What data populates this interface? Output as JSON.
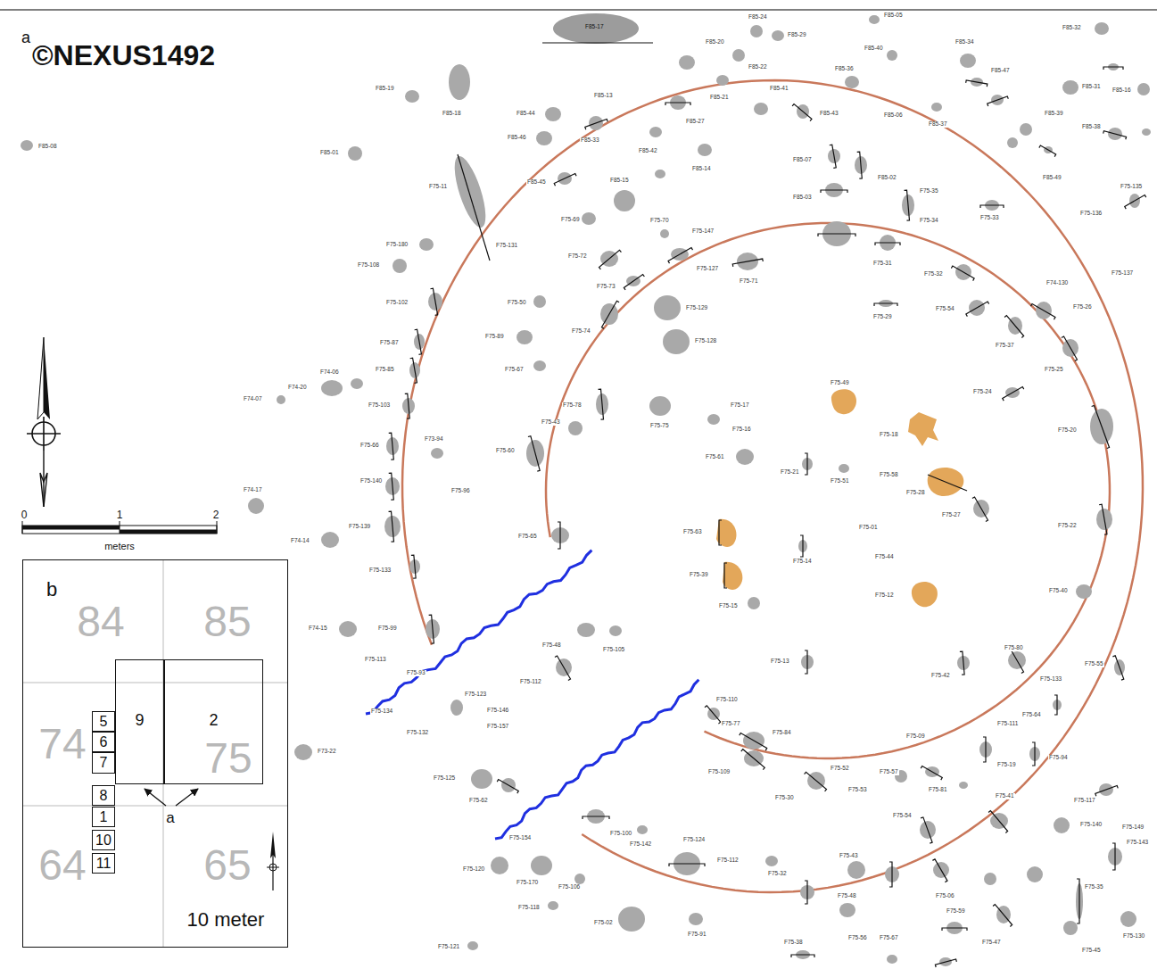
{
  "diagram": {
    "nodes": [
      {
        "text": [
          "b"
        ]
      },
      {
        "text": [
          "9"
        ],
        "in": 0
      },
      {
        "text": [
          "2"
        ],
        "in": 0
      },
      {
        "text": [
          "5"
        ],
        "in": 0
      },
      {
        "text": [
          "6"
        ],
        "in": 0
      },
      {
        "text": [
          "7"
        ],
        "in": 0
      },
      {
        "text": [
          "8"
        ],
        "in": 0
      },
      {
        "text": [
          "1"
        ],
        "in": 0
      },
      {
        "text": [
          "10"
        ],
        "in": 0
      },
      {
        "text": [
          "11"
        ],
        "in": 0
      }
    ],
    "labels": [
      "a",
      "©NEXUS1492",
      "0",
      "1",
      "2",
      "meters",
      "84",
      "85",
      "74",
      "75",
      "64",
      "65",
      "a",
      "10 meter",
      "F85-24",
      "F85-05",
      "F85-32",
      "F85-20",
      "F85-29",
      "F85-22",
      "F85-40",
      "F85-34",
      "F85-19",
      "F85-18",
      "F85-13",
      "F85-44",
      "F85-21",
      "F85-41",
      "F85-36",
      "F85-47",
      "F85-31",
      "F85-16",
      "F85-08",
      "F85-01",
      "F85-46",
      "F85-33",
      "F85-43",
      "F85-06",
      "F85-39",
      "F85-38",
      "F85-27",
      "F85-42",
      "F85-14",
      "F85-37",
      "F85-15",
      "F85-45",
      "F85-07",
      "F85-02",
      "F85-03",
      "F85-49",
      "F75-35",
      "F75-33",
      "F75-136",
      "F75-135",
      "F75-11",
      "F75-69",
      "F75-70",
      "F75-147",
      "F75-34",
      "F75-180",
      "F75-131",
      "F75-72",
      "F75-127",
      "F75-71",
      "F75-31",
      "F75-32",
      "F75-137",
      "F75-108",
      "F75-73",
      "F75-102",
      "F75-50",
      "F75-129",
      "F75-29",
      "F75-54",
      "F74-130",
      "F75-26",
      "F75-89",
      "F75-74",
      "F75-128",
      "F75-87",
      "F75-37",
      "F75-25",
      "F75-85",
      "F75-67",
      "F74-06",
      "F74-20",
      "F74-07",
      "F75-49",
      "F75-103",
      "F75-78",
      "F75-17",
      "F75-24",
      "F75-75",
      "F75-16",
      "F75-18",
      "F75-20",
      "F75-66",
      "F73-94",
      "F75-60",
      "F75-43",
      "F75-61",
      "F75-21",
      "F75-51",
      "F75-58",
      "F75-28",
      "F75-27",
      "F74-17",
      "F75-140",
      "F75-96",
      "F74-14",
      "F75-139",
      "F75-65",
      "F75-63",
      "F75-14",
      "F75-01",
      "F75-44",
      "F75-22",
      "F75-133",
      "F75-39",
      "F75-12",
      "F75-40",
      "F75-15",
      "F74-15",
      "F75-99",
      "F75-113",
      "F75-93",
      "F75-48",
      "F75-105",
      "F75-123",
      "F75-13",
      "F75-42",
      "F75-80",
      "F75-133",
      "F75-55",
      "F75-112",
      "F75-134",
      "F75-146",
      "F75-157",
      "F75-132",
      "F75-110",
      "F75-77",
      "F75-84",
      "F75-64",
      "F75-111",
      "F73-22",
      "F75-09",
      "F75-125",
      "F75-62",
      "F75-109",
      "F75-52",
      "F75-53",
      "F75-30",
      "F75-57",
      "F75-81",
      "F75-19",
      "F75-94",
      "F75-117",
      "F75-41",
      "F75-140",
      "F75-149",
      "F75-54",
      "F75-100",
      "F75-142",
      "F75-124",
      "F75-154",
      "F75-120",
      "F75-170",
      "F75-106",
      "F75-112",
      "F75-32",
      "F75-43",
      "F75-48",
      "F75-118",
      "F75-02",
      "F75-91",
      "F75-121",
      "F75-38",
      "F75-56",
      "F75-67",
      "F75-47",
      "F75-45",
      "F75-35",
      "F75-59",
      "F75-06",
      "F75-130",
      "F75-143",
      "F85-17"
    ]
  }
}
